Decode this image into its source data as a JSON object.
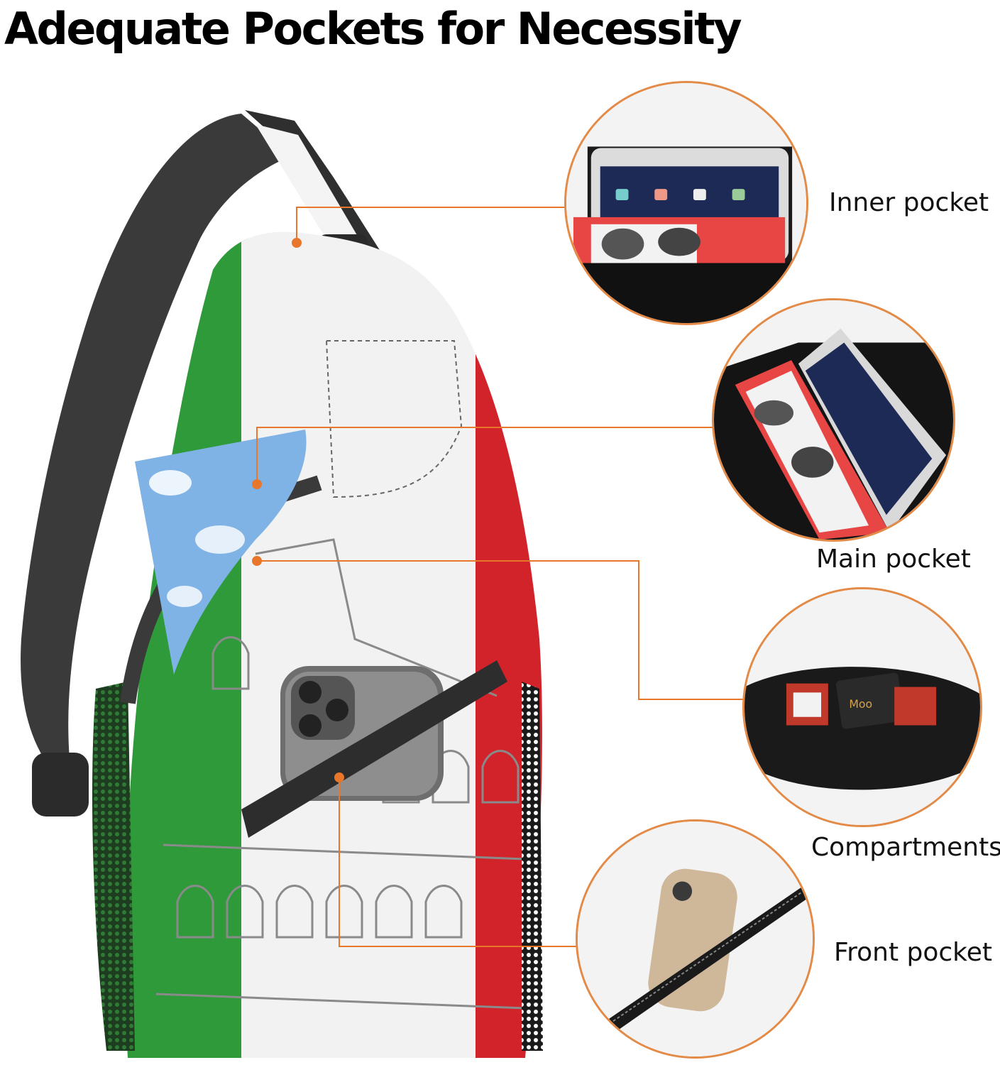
{
  "title": "Adequate Pockets for Necessity",
  "colors": {
    "accent": "#e8762b",
    "flag_green": "#2e9a3a",
    "flag_white": "#f2f2f2",
    "flag_red": "#d2232a",
    "strap": "#3a3a3a"
  },
  "callouts": [
    {
      "label": "Inner pocket"
    },
    {
      "label": "Main pocket"
    },
    {
      "label": "Compartments"
    },
    {
      "label": "Front pocket"
    }
  ]
}
